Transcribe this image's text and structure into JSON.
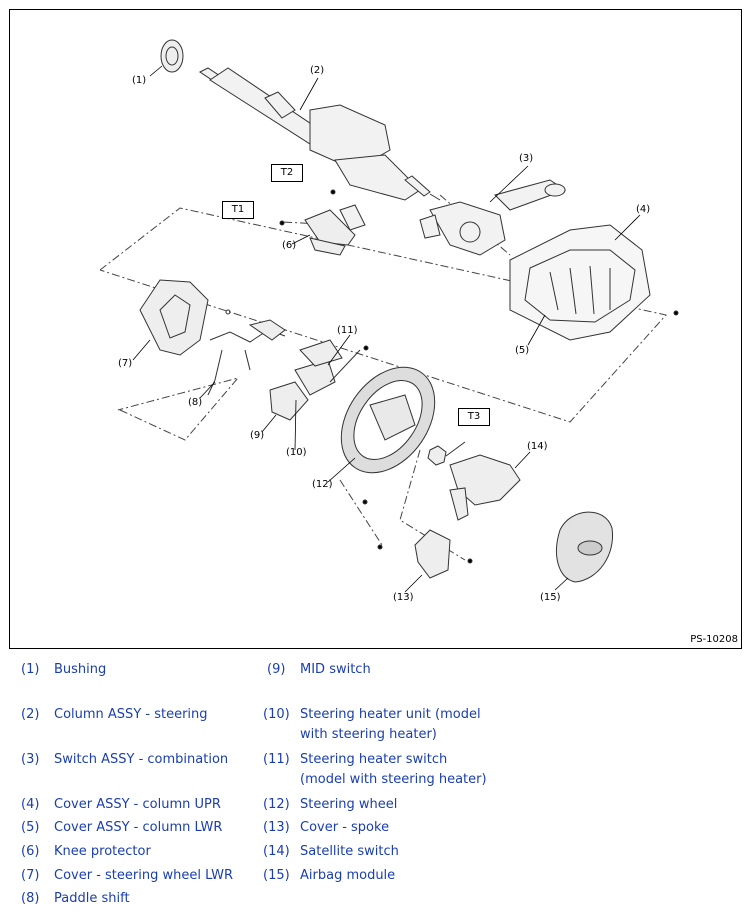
{
  "figure_code": "PS-10208",
  "callouts": [
    "(1)",
    "(2)",
    "(3)",
    "(4)",
    "(5)",
    "(6)",
    "(7)",
    "(8)",
    "(9)",
    "(10)",
    "(11)",
    "(12)",
    "(13)",
    "(14)",
    "(15)"
  ],
  "torque_labels": [
    "T1",
    "T2",
    "T3"
  ],
  "legend": [
    {
      "num": "(1)",
      "text": "Bushing"
    },
    {
      "num": "(2)",
      "text": "Column ASSY - steering"
    },
    {
      "num": "(3)",
      "text": "Switch ASSY - combination"
    },
    {
      "num": "(4)",
      "text": "Cover ASSY - column UPR"
    },
    {
      "num": "(5)",
      "text": "Cover ASSY - column LWR"
    },
    {
      "num": "(6)",
      "text": "Knee protector"
    },
    {
      "num": "(7)",
      "text": "Cover - steering wheel LWR"
    },
    {
      "num": "(8)",
      "text": "Paddle shift"
    },
    {
      "num": "(9)",
      "text": "MID switch"
    },
    {
      "num": "(10)",
      "text": "Steering heater unit (model\nwith steering heater)"
    },
    {
      "num": "(11)",
      "text": "Steering heater switch\n(model with steering heater)"
    },
    {
      "num": "(12)",
      "text": "Steering wheel"
    },
    {
      "num": "(13)",
      "text": "Cover - spoke"
    },
    {
      "num": "(14)",
      "text": "Satellite switch"
    },
    {
      "num": "(15)",
      "text": "Airbag module"
    }
  ]
}
